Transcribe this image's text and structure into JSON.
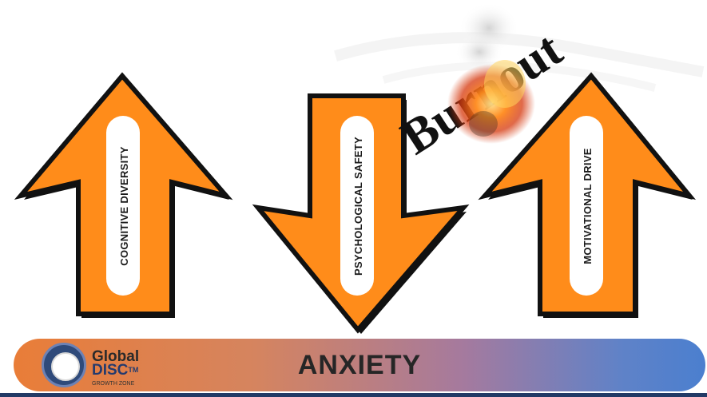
{
  "arrows": [
    {
      "label": "COGNITIVE DIVERSITY",
      "direction": "up"
    },
    {
      "label": "PSYCHOLOGICAL SAFETY",
      "direction": "down"
    },
    {
      "label": "MOTIVATIONAL DRIVE",
      "direction": "up"
    }
  ],
  "burnout": {
    "text": "Burnout"
  },
  "bar": {
    "label": "ANXIETY"
  },
  "logo": {
    "brand_line1": "Global",
    "brand_line2": "DISC",
    "trademark": "TM",
    "subtitle": "GROWTH ZONE"
  },
  "colors": {
    "arrow_fill": "#ff8c1a",
    "arrow_outline": "#111111",
    "bar_left": "#e97d38",
    "bar_right": "#4b7fcf"
  }
}
